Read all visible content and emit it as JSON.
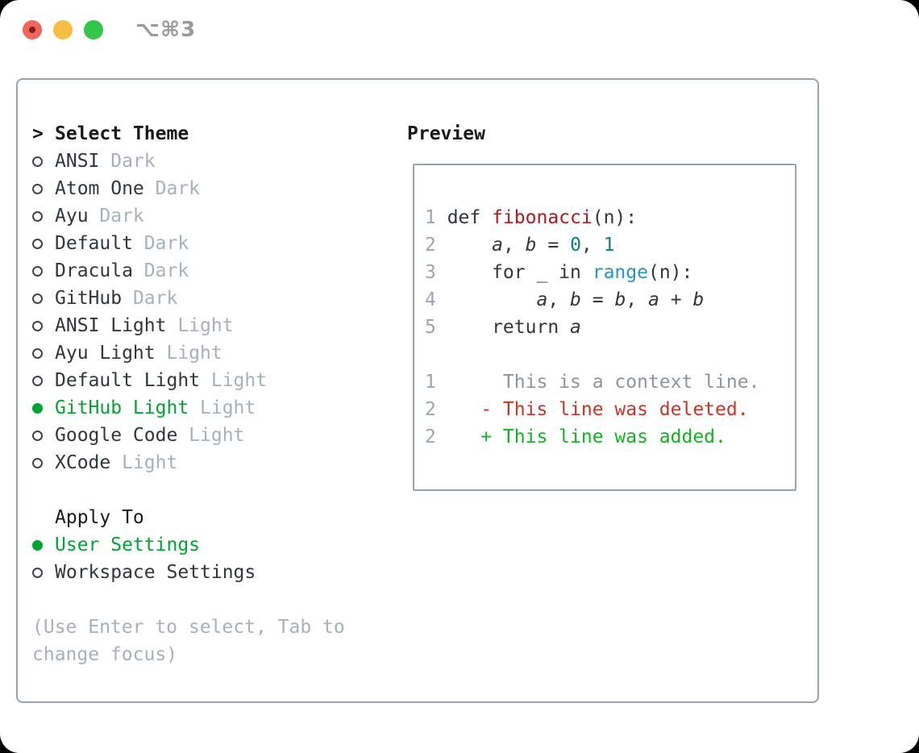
{
  "titlebar": {
    "title": "⌥⌘3"
  },
  "theme_panel": {
    "prompt": ">",
    "title": "Select Theme",
    "themes": [
      {
        "name": "ANSI",
        "variant": "Dark",
        "selected": false
      },
      {
        "name": "Atom One",
        "variant": "Dark",
        "selected": false
      },
      {
        "name": "Ayu",
        "variant": "Dark",
        "selected": false
      },
      {
        "name": "Default",
        "variant": "Dark",
        "selected": false
      },
      {
        "name": "Dracula",
        "variant": "Dark",
        "selected": false
      },
      {
        "name": "GitHub",
        "variant": "Dark",
        "selected": false
      },
      {
        "name": "ANSI Light",
        "variant": "Light",
        "selected": false
      },
      {
        "name": "Ayu Light",
        "variant": "Light",
        "selected": false
      },
      {
        "name": "Default Light",
        "variant": "Light",
        "selected": false
      },
      {
        "name": "GitHub Light",
        "variant": "Light",
        "selected": true
      },
      {
        "name": "Google Code",
        "variant": "Light",
        "selected": false
      },
      {
        "name": "XCode",
        "variant": "Light",
        "selected": false
      }
    ],
    "apply_to": {
      "title": "Apply To",
      "options": [
        {
          "label": "User Settings",
          "selected": true
        },
        {
          "label": "Workspace Settings",
          "selected": false
        }
      ]
    },
    "help_lines": [
      "(Use Enter to select, Tab to",
      "change focus)"
    ]
  },
  "preview": {
    "title": "Preview",
    "lines": [
      {
        "num": "1",
        "segments": [
          {
            "t": " def ",
            "c": "code"
          },
          {
            "t": "fibonacci",
            "c": "fn"
          },
          {
            "t": "(n):",
            "c": "code"
          }
        ]
      },
      {
        "num": "2",
        "segments": [
          {
            "t": "     ",
            "c": "code"
          },
          {
            "t": "a",
            "c": "var"
          },
          {
            "t": ", ",
            "c": "code"
          },
          {
            "t": "b",
            "c": "var"
          },
          {
            "t": " = ",
            "c": "code"
          },
          {
            "t": "0",
            "c": "num"
          },
          {
            "t": ", ",
            "c": "code"
          },
          {
            "t": "1",
            "c": "num"
          }
        ]
      },
      {
        "num": "3",
        "segments": [
          {
            "t": "     for _ in ",
            "c": "code"
          },
          {
            "t": "range",
            "c": "builtin"
          },
          {
            "t": "(n):",
            "c": "code"
          }
        ]
      },
      {
        "num": "4",
        "segments": [
          {
            "t": "         ",
            "c": "code"
          },
          {
            "t": "a",
            "c": "var"
          },
          {
            "t": ", ",
            "c": "code"
          },
          {
            "t": "b",
            "c": "var"
          },
          {
            "t": " = ",
            "c": "code"
          },
          {
            "t": "b",
            "c": "var"
          },
          {
            "t": ", ",
            "c": "code"
          },
          {
            "t": "a",
            "c": "var"
          },
          {
            "t": " + ",
            "c": "code"
          },
          {
            "t": "b",
            "c": "var"
          }
        ]
      },
      {
        "num": "5",
        "segments": [
          {
            "t": "     return ",
            "c": "code"
          },
          {
            "t": "a",
            "c": "var"
          }
        ]
      },
      {
        "num": "",
        "segments": []
      },
      {
        "num": "1",
        "segments": [
          {
            "t": "      This is a context line.",
            "c": "ctx"
          }
        ]
      },
      {
        "num": "2",
        "segments": [
          {
            "t": "    ",
            "c": "code"
          },
          {
            "t": "- This line was deleted.",
            "c": "del"
          }
        ]
      },
      {
        "num": "2",
        "segments": [
          {
            "t": "    ",
            "c": "code"
          },
          {
            "t": "+ This line was added.",
            "c": "add"
          }
        ]
      }
    ]
  },
  "colors": {
    "window_bg": "#ffffff",
    "ink": "#2f363d",
    "header_ink": "#17191d",
    "muted": "#a7b0bd",
    "line_number": "#9aa5b2",
    "context_text": "#8d949b",
    "selected_green": "#00a431",
    "added_green": "#12b321",
    "deleted_red": "#cb3425",
    "function_red": "#ad1a1f",
    "number_teal": "#0d7f87",
    "builtin_blue": "#2095d3",
    "panel_border": "#99a3b0",
    "radio_outline": "#3d444c",
    "titlebar_text": "#97999d",
    "light_close": "#f2655b",
    "light_close_dot": "#7a231a",
    "light_minimize": "#f7bd45",
    "light_zoom": "#33c648"
  }
}
